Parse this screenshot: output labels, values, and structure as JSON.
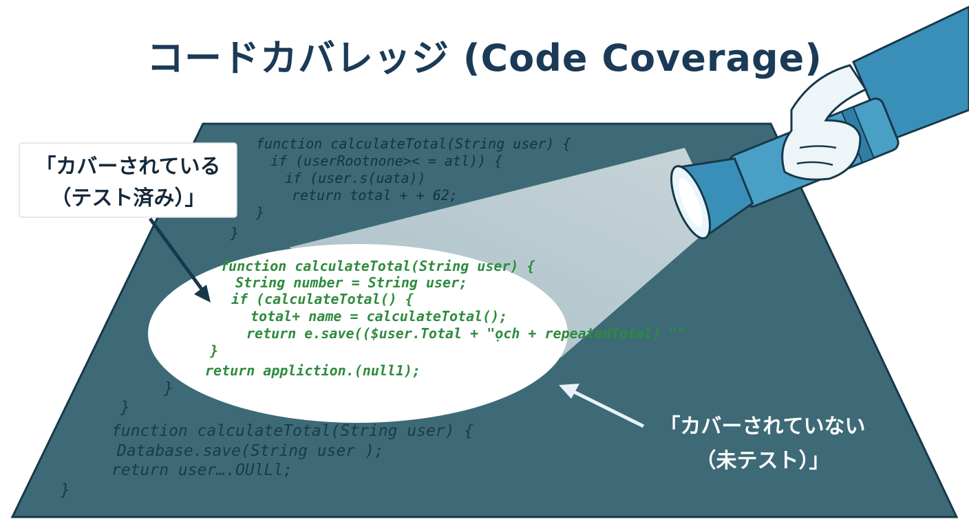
{
  "title": "コードカバレッジ (Code Coverage)",
  "covered_label": {
    "line1": "「カバーされている",
    "line2": "（テスト済み）」"
  },
  "uncovered_label": {
    "line1": "「カバーされていない",
    "line2": "（未テスト）」"
  },
  "code_top": [
    "function calculateTotal(String user) {",
    "  if (userRootnone>< = atl)) {",
    "    if (user.s(uata))",
    "     return total + + 62;",
    "  }",
    "}"
  ],
  "code_lit": [
    "function calculateTotal(String  user) {",
    "  String number = String user;",
    "  if (calculateTotal() {",
    "    total+ name = calculateTotal();",
    "    return e.save(($user.Total + \"ọch + repeatedTotal) \"\"",
    "  }",
    "  return appliction.(null1);"
  ],
  "code_closing": [
    "}",
    "}"
  ],
  "code_bottom": [
    "function calculateTotal(String user) {",
    " Database.save(String   user );",
    " return user….OUlLl;",
    "}"
  ],
  "colors": {
    "title": "#1b3a57",
    "code_surface": "#3e6a77",
    "code_surface_edge": "#17384a",
    "lit_code": "#2e8b3e",
    "flashlight": "#3a8fb8",
    "arrow_dark": "#17384a",
    "arrow_light": "#e8f2f7"
  }
}
